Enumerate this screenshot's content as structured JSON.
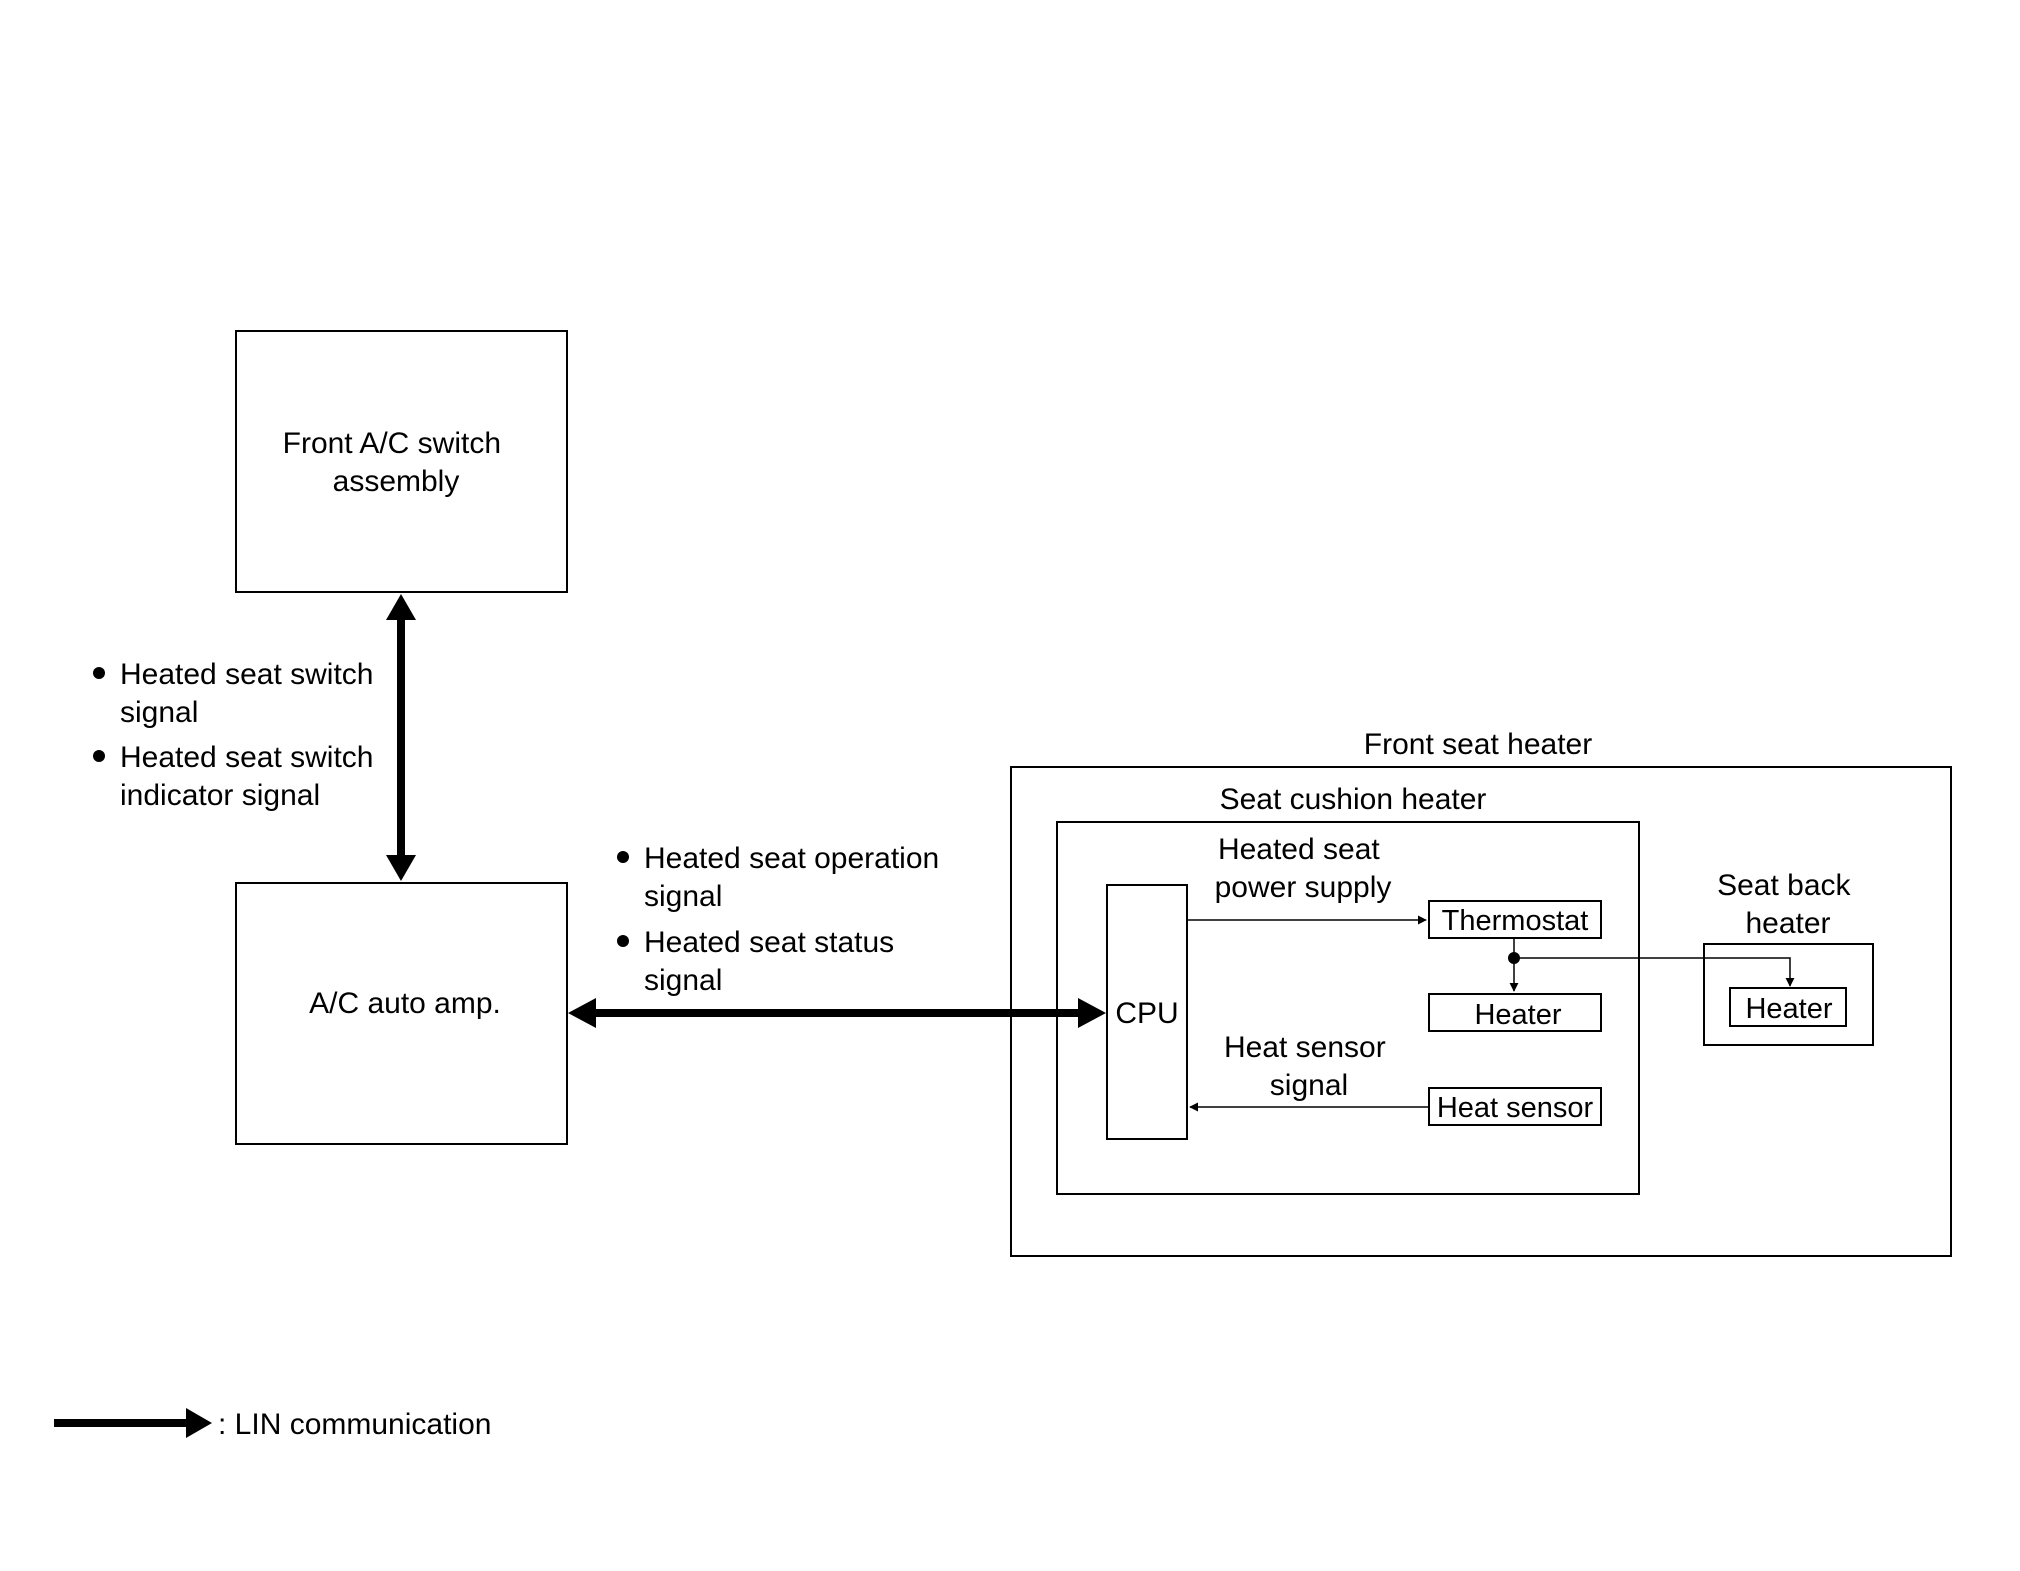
{
  "blocks": {
    "front_ac_switch": [
      "Front A/C switch",
      "assembly"
    ],
    "ac_auto_amp": "A/C auto amp.",
    "front_seat_heater": "Front seat heater",
    "seat_cushion_heater": "Seat cushion heater",
    "cpu": "CPU",
    "thermostat": "Thermostat",
    "heater_cushion": "Heater",
    "heat_sensor": "Heat sensor",
    "seat_back_heater": [
      "Seat back",
      "heater"
    ],
    "heater_back": "Heater"
  },
  "signals": {
    "switch_signals": [
      [
        "Heated seat switch",
        "signal"
      ],
      [
        "Heated seat switch",
        "indicator signal"
      ]
    ],
    "operation_signals": [
      [
        "Heated seat operation",
        "signal"
      ],
      [
        "Heated seat status",
        "signal"
      ]
    ],
    "power_supply": [
      "Heated seat",
      "power supply"
    ],
    "heat_sensor_signal": [
      "Heat sensor",
      "signal"
    ]
  },
  "legend": {
    "lin": ": LIN communication"
  }
}
